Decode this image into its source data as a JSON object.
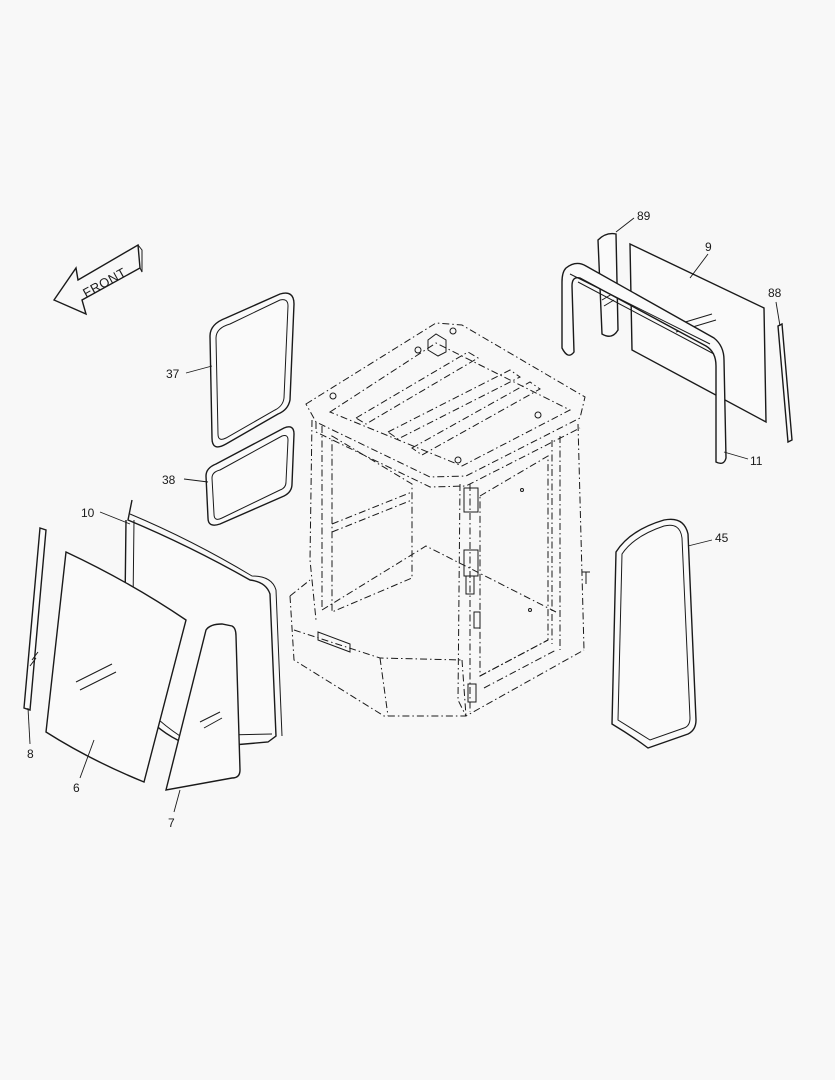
{
  "front_arrow": {
    "label": "FRONT"
  },
  "callouts": [
    {
      "id": "37",
      "name": "callout-37"
    },
    {
      "id": "38",
      "name": "callout-38"
    },
    {
      "id": "10",
      "name": "callout-10"
    },
    {
      "id": "8",
      "name": "callout-8"
    },
    {
      "id": "6",
      "name": "callout-6"
    },
    {
      "id": "7",
      "name": "callout-7"
    },
    {
      "id": "89",
      "name": "callout-89"
    },
    {
      "id": "9",
      "name": "callout-9"
    },
    {
      "id": "88",
      "name": "callout-88"
    },
    {
      "id": "11",
      "name": "callout-11"
    },
    {
      "id": "45",
      "name": "callout-45"
    }
  ]
}
